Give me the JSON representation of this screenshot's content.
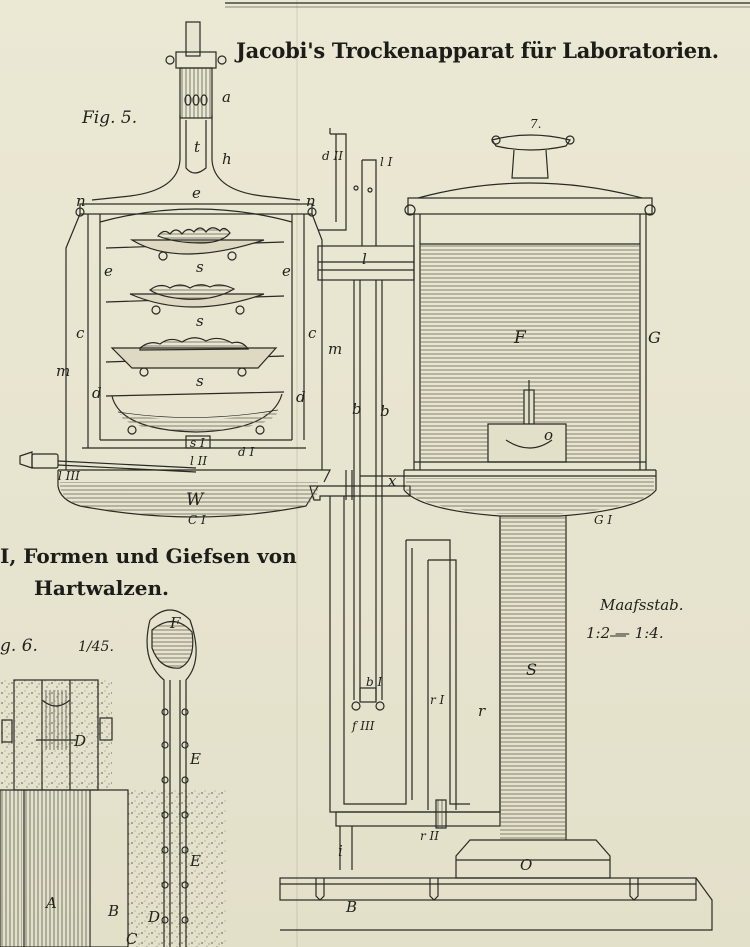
{
  "titles": {
    "main": "Jacobi's Trockenapparat für Laboratorien.",
    "section_line1": "I, Formen und Giefsen von",
    "section_line2": "Hartwalzen."
  },
  "figures": {
    "fig5": "Fig. 5.",
    "fig6": "g. 6.",
    "fig6_scale": "1/45."
  },
  "scale": {
    "title": "Maafsstab.",
    "ratios": "1:2  —  1:4."
  },
  "labels": {
    "a": "a",
    "t": "t",
    "h": "h",
    "e": "e",
    "n": "n",
    "s": "s",
    "c": "c",
    "m": "m",
    "d": "d",
    "s1": "s I",
    "d1": "d I",
    "l3": "l III",
    "l2": "l II",
    "W": "W",
    "C1": "C I",
    "d2": "d II",
    "l1": "l I",
    "l": "l",
    "b": "b",
    "x": "x",
    "lid": "7.",
    "F": "F",
    "G": "G",
    "o": "o",
    "G1": "G I",
    "S": "S",
    "r1": "r I",
    "r": "r",
    "b1": "b I",
    "f3": "f III",
    "r2": "r II",
    "i": "i",
    "O": "O",
    "B": "B",
    "A": "A",
    "D": "D",
    "E": "E",
    "C": "C"
  },
  "colors": {
    "paper": "#e9e6d2",
    "ink": "#2a2923",
    "liquid_hatch": "#6b6757",
    "sand": "#7a7668"
  }
}
